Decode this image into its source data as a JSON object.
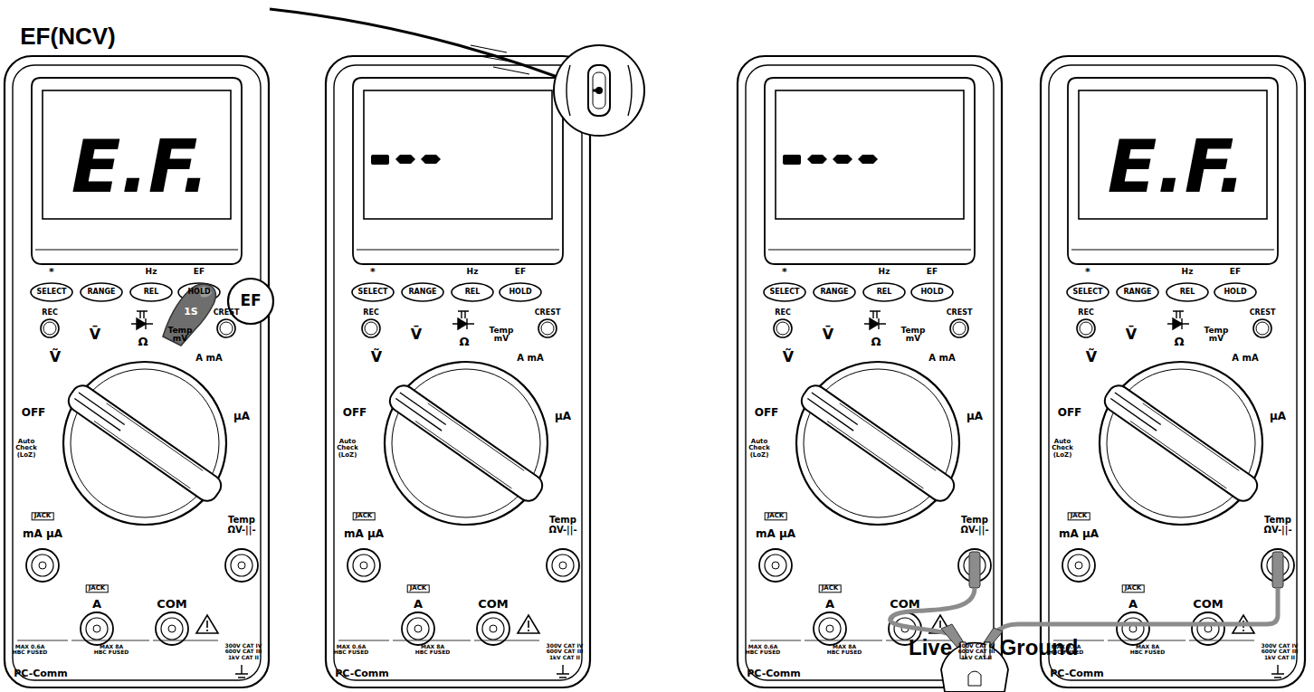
{
  "diagram": {
    "title": "EF(NCV)",
    "labels": [
      "*",
      "SELECT",
      "RANGE",
      "Hz",
      "REL",
      "EF",
      "HOLD",
      "REC",
      "CREST",
      "Ṽ",
      "V̄",
      "Ω",
      "Temp mV",
      "A mA",
      "µA",
      "OFF",
      "Auto Check (LoZ)",
      "JACK",
      "mA µA",
      "Temp ΩV-||-",
      "JACK",
      "A",
      "COM",
      "MAX 0.6A HBC FUSED",
      "MAX 8A HBC FUSED",
      "300V CAT IV 600V CAT III 1kV CAT II",
      "PC-Comm",
      "*",
      "SELECT",
      "RANGE",
      "Hz",
      "REL",
      "EF",
      "HOLD",
      "REC",
      "CREST",
      "Ṽ",
      "V̄",
      "Ω",
      "Temp mV",
      "A mA",
      "µA",
      "OFF",
      "Auto Check (LoZ)",
      "JACK",
      "mA µA",
      "Temp ΩV-||-",
      "JACK",
      "A",
      "COM",
      "MAX 0.6A HBC FUSED",
      "MAX 8A HBC FUSED",
      "300V CAT IV 600V CAT III 1kV CAT II",
      "PC-Comm",
      "*",
      "SELECT",
      "RANGE",
      "Hz",
      "REL",
      "EF",
      "HOLD",
      "REC",
      "CREST",
      "Ṽ",
      "V̄",
      "Ω",
      "Temp mV",
      "A mA",
      "µA",
      "OFF",
      "Auto Check (LoZ)",
      "JACK",
      "mA µA",
      "Temp ΩV-||-",
      "JACK",
      "A",
      "COM",
      "MAX 0.6A HBC FUSED",
      "MAX 8A HBC FUSED",
      "300V CAT IV 600V CAT III 1kV CAT II",
      "PC-Comm",
      "*",
      "SELECT",
      "RANGE",
      "Hz",
      "REL",
      "EF",
      "HOLD",
      "REC",
      "CREST",
      "Ṽ",
      "V̄",
      "Ω",
      "Temp mV",
      "A mA",
      "µA",
      "OFF",
      "Auto Check (LoZ)",
      "JACK",
      "mA µA",
      "Temp ΩV-||-",
      "JACK",
      "A",
      "COM",
      "MAX 0.6A HBC FUSED",
      "MAX 8A HBC FUSED",
      "300V CAT IV 600V CAT III 1kV CAT II",
      "PC-Comm",
      "E.F.",
      "E.F.",
      "1S",
      "EF",
      "Live",
      "Ground"
    ]
  }
}
